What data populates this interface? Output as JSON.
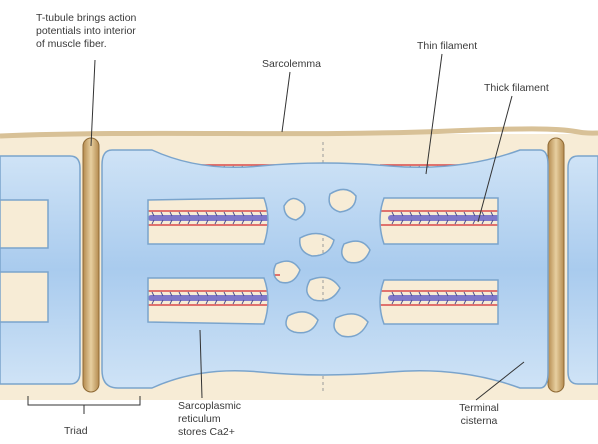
{
  "labels": {
    "t_tubule": "T-tubule brings action\npotentials into interior\nof muscle fiber.",
    "sarcolemma": "Sarcolemma",
    "thin_filament": "Thin filament",
    "thick_filament": "Thick filament",
    "sarcoplasmic_reticulum": "Sarcoplasmic\nreticulum\nstores Ca2+",
    "terminal_cisterna": "Terminal\ncisterna",
    "triad": "Triad"
  },
  "colors": {
    "sr_fill": "#b5d3ef",
    "sr_stroke": "#7aa4cc",
    "cytoplasm": "#f7ecd6",
    "t_tubule": "#c9a46a",
    "thin_filament": "#d94a4a",
    "thick_filament": "#7f78c9"
  }
}
